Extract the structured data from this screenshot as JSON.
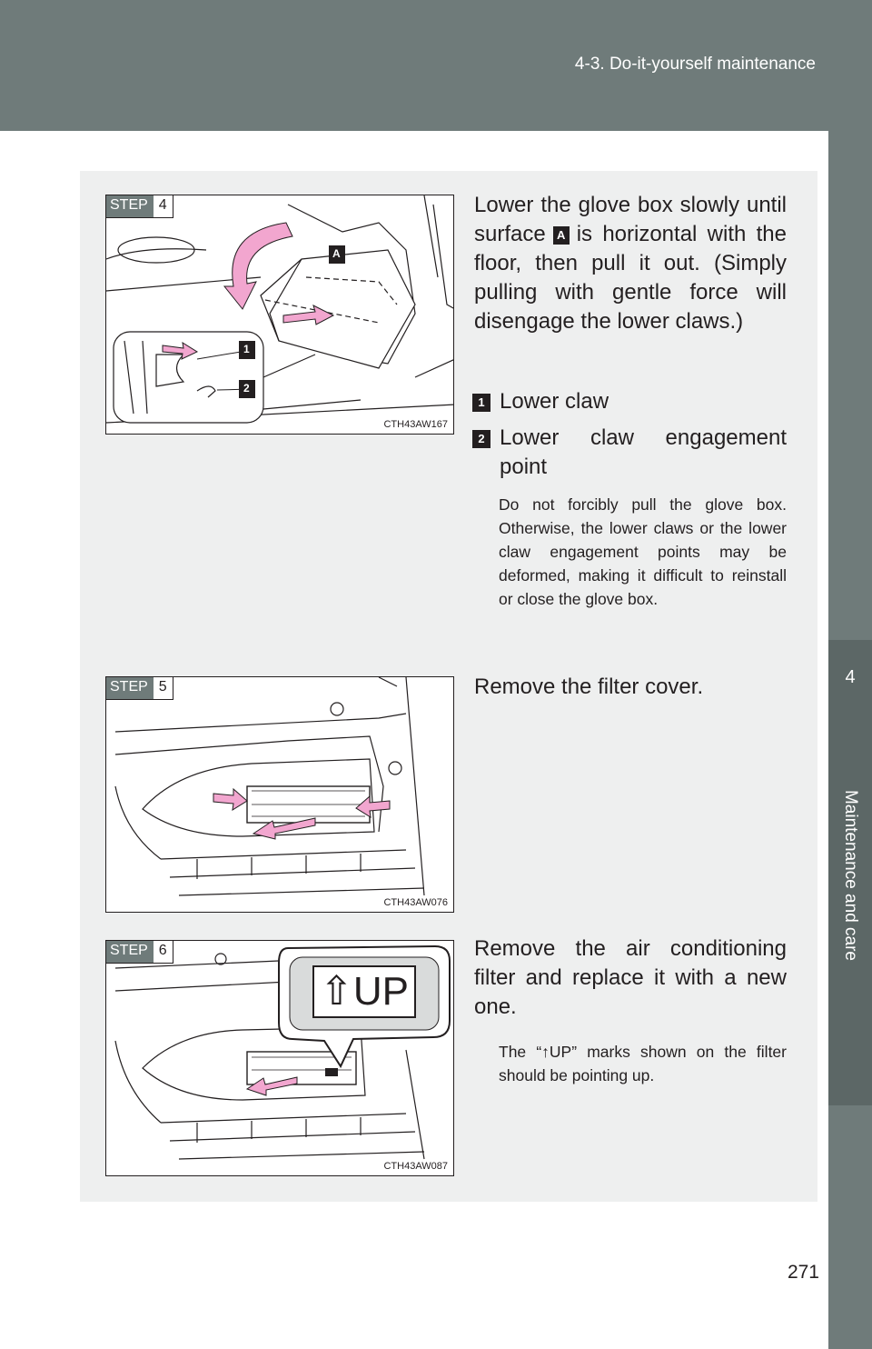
{
  "header": {
    "section": "4-3. Do-it-yourself maintenance"
  },
  "side_tab": {
    "chapter_number": "4",
    "chapter_title": "Maintenance and care"
  },
  "steps": [
    {
      "step_label": "STEP",
      "step_number": "4",
      "figure_code": "CTH43AW167",
      "figure_labels": [
        "A",
        "1",
        "2"
      ],
      "text_before_mark": "Lower the glove box slowly until surface",
      "inline_mark": "A",
      "text_after_mark": "is horizontal with the floor, then pull it out. (Simply pulling with gentle force will disengage the lower claws.)",
      "items": [
        {
          "marker": "1",
          "label": "Lower claw"
        },
        {
          "marker": "2",
          "label": "Lower claw engagement point"
        }
      ],
      "note": "Do not forcibly pull the glove box. Otherwise, the lower claws or the lower claw engagement points may be deformed, making it difficult to reinstall or close the glove box."
    },
    {
      "step_label": "STEP",
      "step_number": "5",
      "figure_code": "CTH43AW076",
      "text": "Remove the filter cover."
    },
    {
      "step_label": "STEP",
      "step_number": "6",
      "figure_code": "CTH43AW087",
      "figure_callout": "⇧UP",
      "text": "Remove the air conditioning filter and replace it with a new one.",
      "note": "The “↑UP” marks shown on the filter should be pointing up."
    }
  ],
  "page_number": "271",
  "colors": {
    "header_bg": "#6f7b7a",
    "panel_bg": "#eeefef",
    "arrow_pink": "#f2a6cf"
  }
}
